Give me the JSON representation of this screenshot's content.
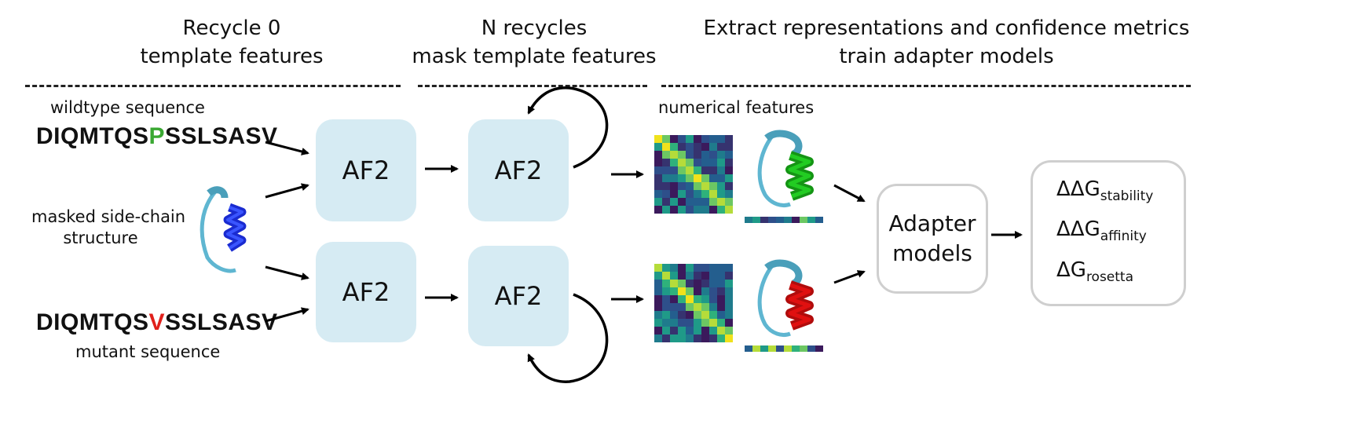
{
  "headers": {
    "recycle0": [
      "Recycle 0",
      "template features"
    ],
    "nrecycles": [
      "N recycles",
      "mask template features"
    ],
    "extract": [
      "Extract representations and confidence metrics",
      "train adapter models"
    ]
  },
  "inputs": {
    "wildtype_label": "wildtype sequence",
    "wildtype_seq": {
      "pre": "DIQMTQS",
      "mut": "P",
      "post": "SSLSASV"
    },
    "masked_label_line1": "masked side-chain",
    "masked_label_line2": "structure",
    "mutant_seq": {
      "pre": "DIQMTQS",
      "mut": "V",
      "post": "SSLSASV"
    },
    "mutant_label": "mutant sequence"
  },
  "models": {
    "af2_top_1": "AF2",
    "af2_top_2": "AF2",
    "af2_bottom_1": "AF2",
    "af2_bottom_2": "AF2"
  },
  "features": {
    "label": "numerical features"
  },
  "adapter": {
    "line1": "Adapter",
    "line2": "models"
  },
  "outputs": [
    {
      "base": "ΔΔG",
      "sub": "stability"
    },
    {
      "base": "ΔΔG",
      "sub": "affinity"
    },
    {
      "base": "ΔG",
      "sub": "rosetta"
    }
  ],
  "colors": {
    "wildtype_residue": "#3aa832",
    "mutant_residue": "#e0201b",
    "af2_box": "#d6ebf3",
    "helix_wildtype_highlight": "#22cc22",
    "helix_mutant_highlight": "#e01010",
    "helix_masked_highlight": "#1a2bd0",
    "ribbon": "#5fb6d1"
  }
}
